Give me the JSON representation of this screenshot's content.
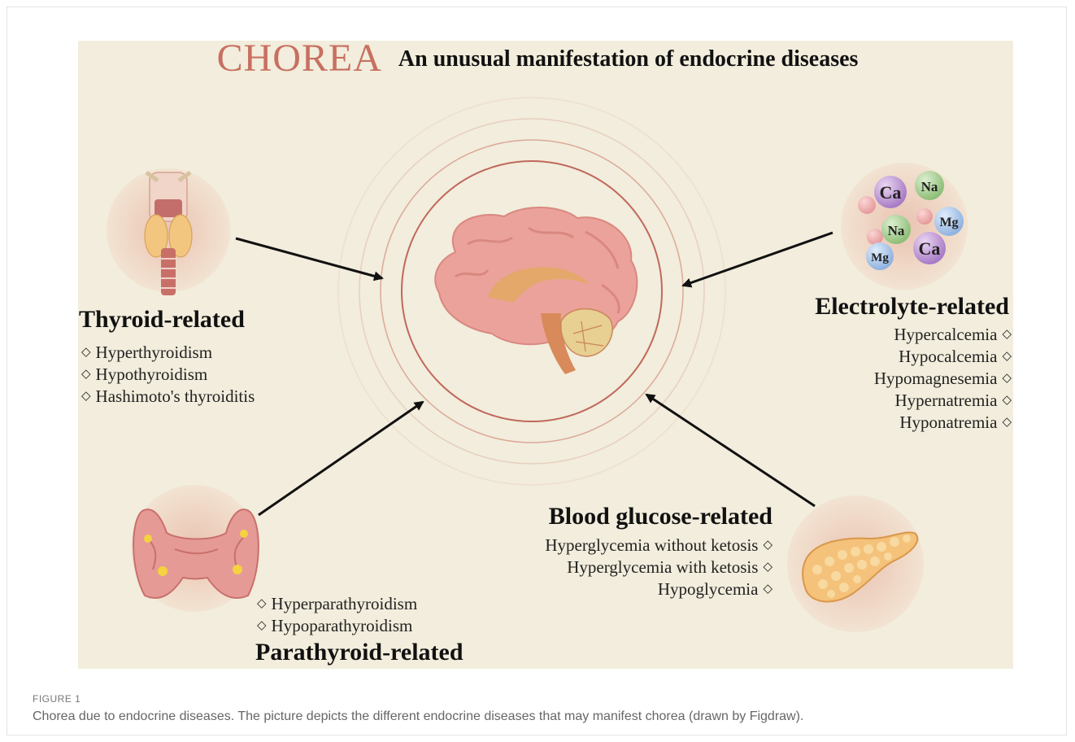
{
  "title": {
    "main": "CHOREA",
    "subtitle": "An unusual manifestation of endocrine diseases"
  },
  "thyroid": {
    "heading": "Thyroid-related",
    "items": [
      "Hyperthyroidism",
      "Hypothyroidism",
      "Hashimoto's thyroiditis"
    ]
  },
  "electrolyte": {
    "heading": "Electrolyte-related",
    "items": [
      "Hypercalcemia",
      "Hypocalcemia",
      "Hypomagnesemia",
      "Hypernatremia",
      "Hyponatremia"
    ],
    "ions": {
      "ca1": "Ca",
      "na1": "Na",
      "na2": "Na",
      "mg1": "Mg",
      "mg2": "Mg",
      "ca2": "Ca"
    }
  },
  "glucose": {
    "heading": "Blood glucose-related",
    "items": [
      "Hyperglycemia without ketosis",
      "Hyperglycemia with ketosis",
      "Hypoglycemia"
    ]
  },
  "parathyroid": {
    "heading": "Parathyroid-related",
    "items": [
      "Hyperparathyroidism",
      "Hypoparathyroidism"
    ]
  },
  "bullet_symbol": "◇",
  "caption": {
    "label": "FIGURE 1",
    "text": "Chorea due to endocrine diseases. The picture depicts the different endocrine diseases that may manifest chorea (drawn by Figdraw)."
  },
  "colors": {
    "panel": "#f2eddc",
    "accent_title": "#c87060",
    "ring": "#c0685c",
    "brain_pink": "#eba29a",
    "gland_yellow": "#f0c070"
  }
}
